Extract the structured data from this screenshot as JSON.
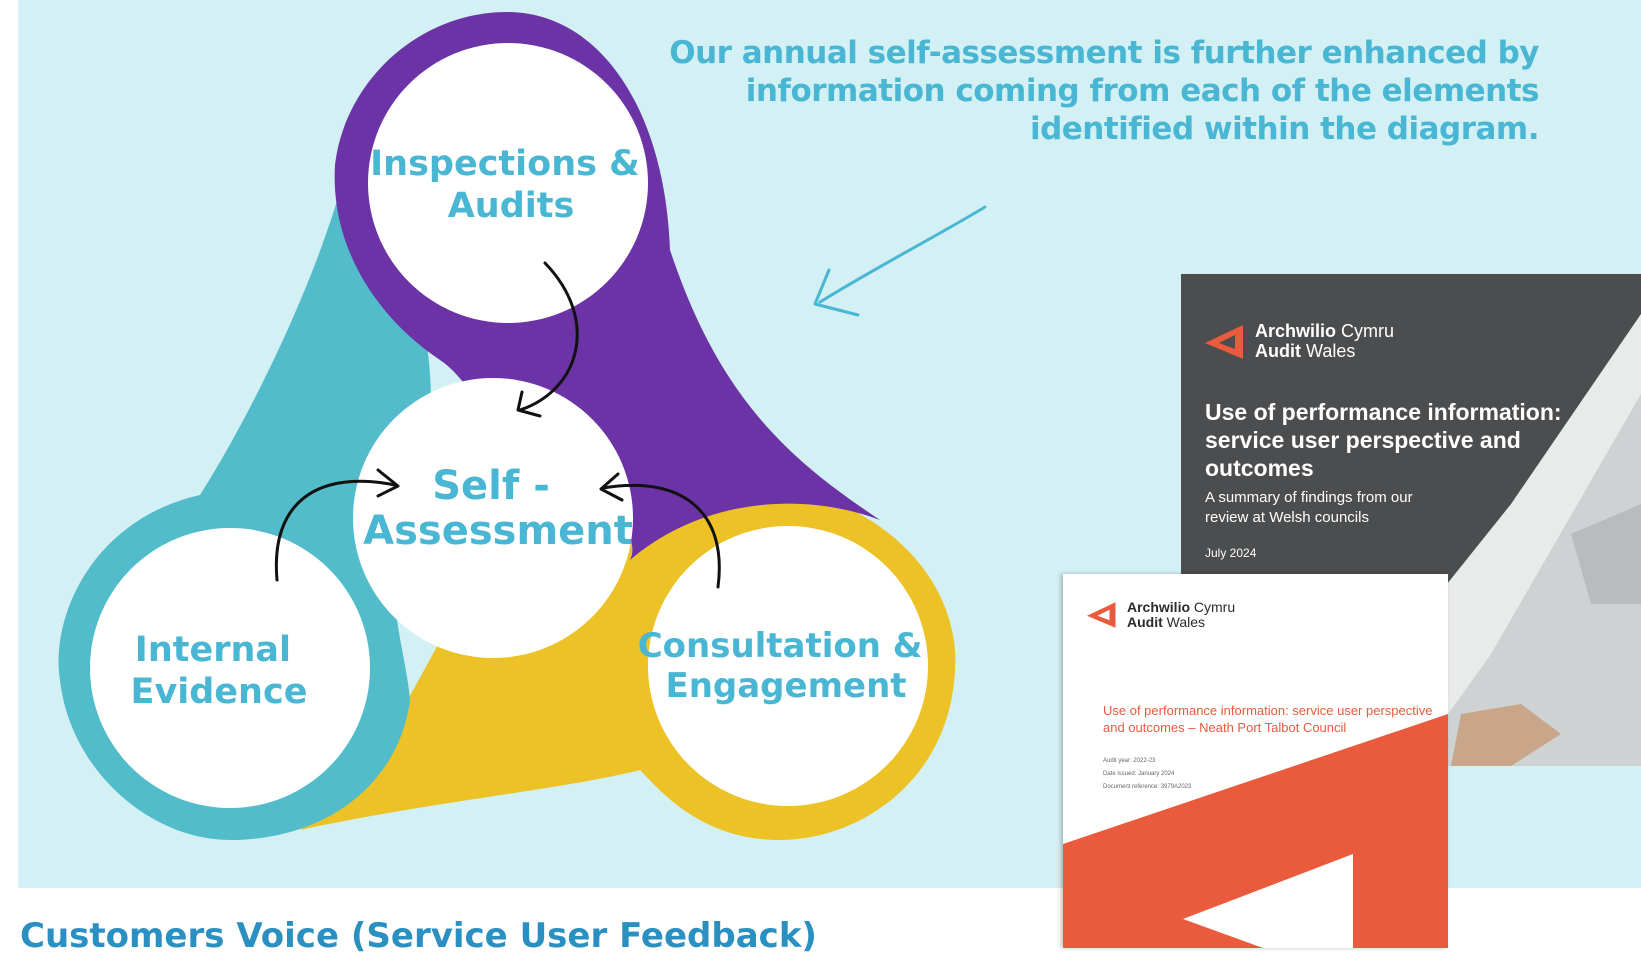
{
  "diagram": {
    "nodes": [
      {
        "id": "inspections",
        "lines": [
          "Inspections &",
          "Audits"
        ]
      },
      {
        "id": "self_assessment",
        "lines": [
          "Self -",
          "Assessment"
        ]
      },
      {
        "id": "internal",
        "lines": [
          "Internal",
          "Evidence"
        ]
      },
      {
        "id": "consultation",
        "lines": [
          "Consultation &",
          "Engagement"
        ]
      }
    ],
    "colors": {
      "purple": "#6c33a6",
      "teal": "#52bccb",
      "yellow": "#ecc226",
      "label": "#49b7d3",
      "background": "#d3f0f4",
      "arrow": "#49b7d3"
    }
  },
  "intro_text": "Our annual self-assessment is further enhanced by information coming from each of the elements identified within the diagram.",
  "section_heading": "Customers Voice (Service User Feedback)",
  "reports": {
    "brand": {
      "line1_bold": "Archwilio",
      "line1_rest": "Cymru",
      "line2_bold": "Audit",
      "line2_rest": "Wales"
    },
    "dark": {
      "title": "Use of performance information: service user perspective and outcomes",
      "subtitle": "A summary of findings from our review at Welsh councils",
      "date": "July 2024"
    },
    "white": {
      "title": "Use of performance information: service user perspective and outcomes – Neath Port Talbot Council",
      "audit_year": "Audit year: 2022-23",
      "date_issued": "Date issued: January 2024",
      "document_reference": "Document reference: 3979A2023"
    }
  }
}
